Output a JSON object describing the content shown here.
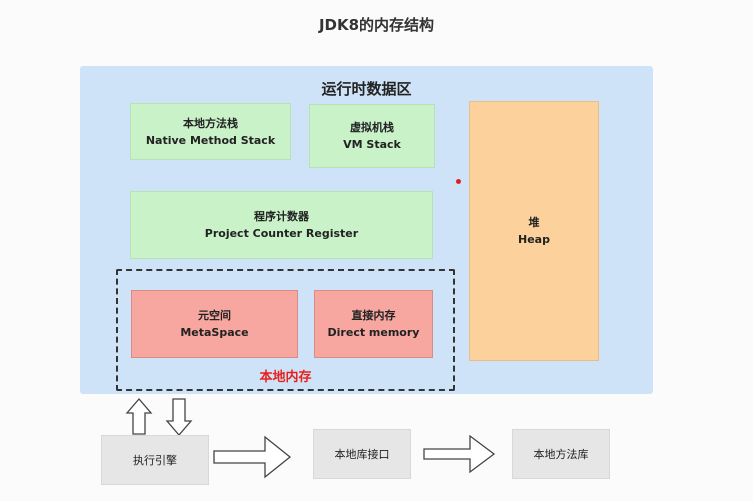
{
  "title": "JDK8的内存结构",
  "runtime_area": {
    "title": "运行时数据区",
    "native_method_stack": {
      "zh": "本地方法栈",
      "en": "Native Method Stack"
    },
    "vm_stack": {
      "zh": "虚拟机栈",
      "en": "VM Stack"
    },
    "program_counter": {
      "zh": "程序计数器",
      "en": "Project Counter Register"
    },
    "heap": {
      "zh": "堆",
      "en": "Heap"
    }
  },
  "native_memory": {
    "label": "本地内存",
    "metaspace": {
      "zh": "元空间",
      "en": "MetaSpace"
    },
    "direct_memory": {
      "zh": "直接内存",
      "en": "Direct memory"
    }
  },
  "bottom": {
    "execution_engine": "执行引擎",
    "native_library_interface": "本地库接口",
    "native_method_library": "本地方法库"
  },
  "colors": {
    "runtime_area": "#cfe3f8",
    "green_box": "#c9f2c9",
    "red_box": "#f7a6a0",
    "heap": "#fcd19c",
    "gray_box": "#e6e6e6",
    "native_label": "#e8211a"
  }
}
